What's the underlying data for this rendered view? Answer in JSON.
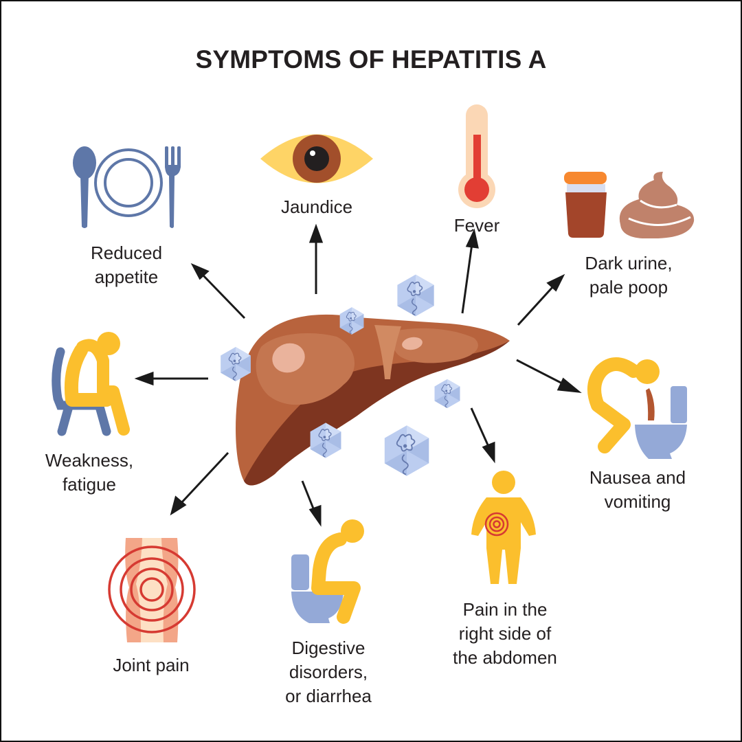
{
  "title": "SYMPTOMS OF HEPATITIS A",
  "colors": {
    "text": "#231f20",
    "liver_main": "#b8633d",
    "liver_dark": "#7e3520",
    "liver_highlight": "#eab39c",
    "virus": "#bccdf0",
    "figure_yellow": "#fbbf2d",
    "icon_blue": "#5e77a8",
    "toilet_blue": "#94a9d7",
    "pain_red": "#d63a32",
    "eye_yellow": "#fed466",
    "eye_iris": "#a24f2b"
  },
  "center": {
    "label": "Liver with hepatitis A virus particles",
    "icon": "liver-icon"
  },
  "symptoms": [
    {
      "id": "reduced-appetite",
      "label": "Reduced\nappetite",
      "icon": "plate-cutlery-icon"
    },
    {
      "id": "jaundice",
      "label": "Jaundice",
      "icon": "eye-icon"
    },
    {
      "id": "fever",
      "label": "Fever",
      "icon": "thermometer-icon"
    },
    {
      "id": "dark-urine",
      "label": "Dark urine,\npale poop",
      "icon": "urine-cup-poop-icon"
    },
    {
      "id": "weakness",
      "label": "Weakness,\nfatigue",
      "icon": "sitting-person-icon"
    },
    {
      "id": "nausea",
      "label": "Nausea and\nvomiting",
      "icon": "vomiting-person-icon"
    },
    {
      "id": "joint-pain",
      "label": "Joint pain",
      "icon": "joint-pain-icon"
    },
    {
      "id": "digestive",
      "label": "Digestive\ndisorders,\nor diarrhea",
      "icon": "toilet-person-icon"
    },
    {
      "id": "abdomen-pain",
      "label": "Pain in the\nright side of\nthe abdomen",
      "icon": "abdomen-pain-person-icon"
    }
  ]
}
